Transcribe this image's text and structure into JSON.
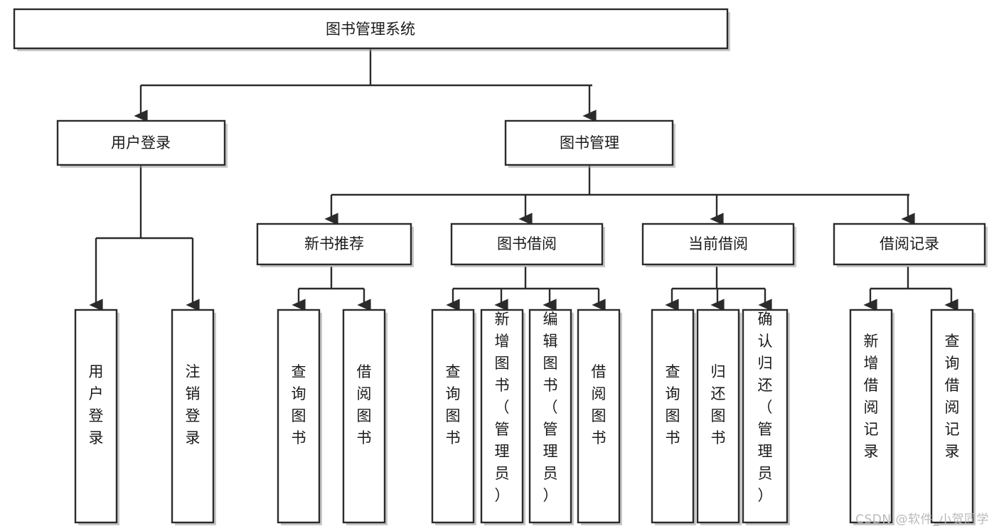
{
  "diagram": {
    "title": "图书管理系统",
    "type": "hierarchy-tree",
    "watermark": "CSDN @软件_小贺同学",
    "colors": {
      "stroke": "#2b2b2b",
      "fill": "#ffffff",
      "text": "#1a1a1a",
      "watermark": "#b9b9b9"
    },
    "nodes": {
      "root": {
        "label": "图书管理系统"
      },
      "level2": [
        {
          "label": "用户登录"
        },
        {
          "label": "图书管理"
        }
      ],
      "level3": [
        {
          "label": "新书推荐"
        },
        {
          "label": "图书借阅"
        },
        {
          "label": "当前借阅"
        },
        {
          "label": "借阅记录"
        }
      ],
      "leaves": {
        "user_login": [
          {
            "label": "用户登录"
          },
          {
            "label": "注销登录"
          }
        ],
        "new_book": [
          {
            "label": "查询图书"
          },
          {
            "label": "借阅图书"
          }
        ],
        "book_borrow": [
          {
            "label": "查询图书"
          },
          {
            "label": "新增图书（管理员）"
          },
          {
            "label": "编辑图书（管理员）"
          },
          {
            "label": "借阅图书"
          }
        ],
        "current_borrow": [
          {
            "label": "查询图书"
          },
          {
            "label": "归还图书"
          },
          {
            "label": "确认归还（管理员）"
          }
        ],
        "borrow_record": [
          {
            "label": "新增借阅记录"
          },
          {
            "label": "查询借阅记录"
          }
        ]
      }
    }
  }
}
